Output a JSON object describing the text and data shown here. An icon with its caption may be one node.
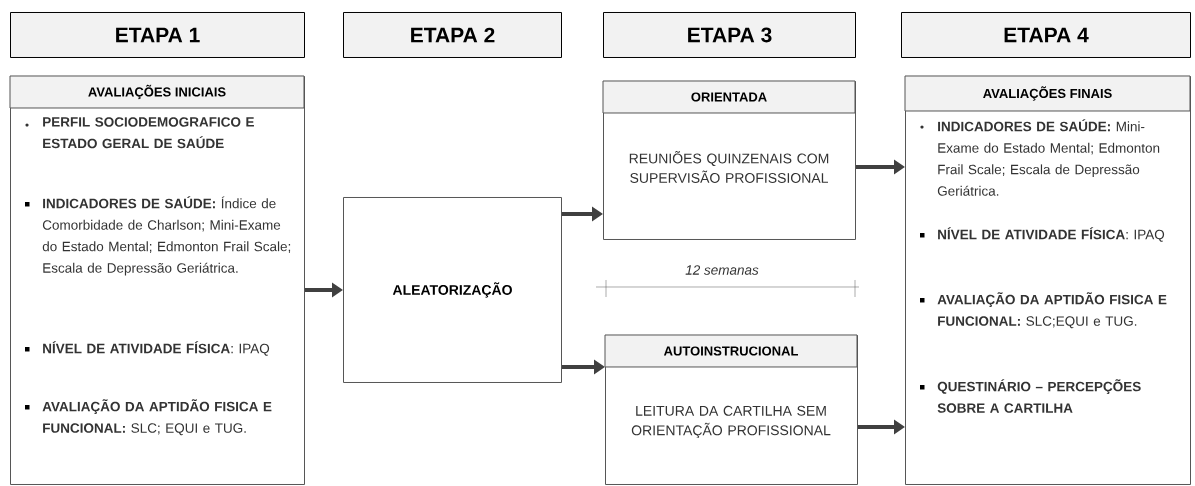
{
  "diagram": {
    "nodes": [
      {
        "text": [
          "ETAPA 1"
        ]
      },
      {
        "text": [
          "ETAPA 2"
        ]
      },
      {
        "text": [
          "ETAPA 3"
        ]
      },
      {
        "text": [
          "ETAPA 4"
        ]
      },
      {
        "text": [
          "AVALIAÇÕES INICIAIS",
          "**PERFIL SOCIODEMOGRAFICO E ESTADO GERAL DE SAÚDE**",
          "**INDICADORES DE SAÚDE:** Índice de Comorbidade de Charlson; Mini-Exame do Estado Mental; Edmonton Frail Scale; Escala de Depressão Geriátrica.",
          "**NÍVEL DE ATIVIDADE FÍSICA**: IPAQ",
          "**AVALIAÇÃO DA APTIDÃO FISICA E FUNCIONAL:** SLC; EQUI e TUG."
        ]
      },
      {
        "text": [
          "ALEATORIZAÇÃO"
        ]
      },
      {
        "text": [
          "ORIENTADA",
          "REUNIÕES QUINZENAIS COM SUPERVISÃO PROFISSIONAL"
        ]
      },
      {
        "text": [
          "AUTOINSTRUCIONAL",
          "LEITURA DA CARTILHA SEM ORIENTAÇÃO PROFISSIONAL"
        ]
      },
      {
        "text": [
          "AVALIAÇÕES FINAIS",
          "**INDICADORES DE SAÚDE:** Mini-Exame do Estado Mental; Edmonton Frail Scale; Escala de Depressão Geriátrica.",
          "**NÍVEL DE ATIVIDADE FÍSICA**: IPAQ",
          "**AVALIAÇÃO DA APTIDÃO FISICA E FUNCIONAL:** SLC;EQUI e TUG.",
          "**QUESTINÁRIO – PERCEPÇÕES SOBRE A CARTILHA**"
        ]
      }
    ],
    "edges": [
      {
        "from": 4,
        "to": 5,
        "arrow": "to"
      },
      {
        "from": 5,
        "to": 6,
        "arrow": "to"
      },
      {
        "from": 5,
        "to": 7,
        "arrow": "to"
      },
      {
        "from": 6,
        "to": 8,
        "arrow": "to"
      },
      {
        "from": 7,
        "to": 8,
        "arrow": "to"
      }
    ],
    "labels": [
      "12 semanas"
    ]
  }
}
